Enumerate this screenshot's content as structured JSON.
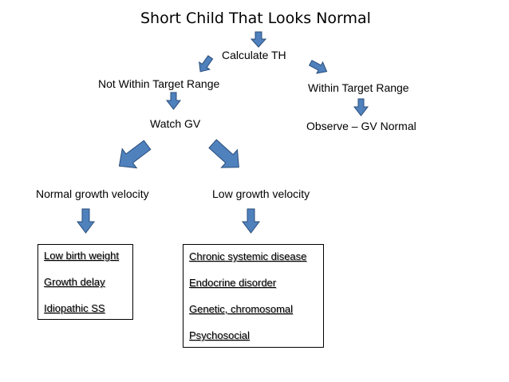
{
  "title": "Short Child That Looks Normal",
  "nodes": {
    "calculate_th": "Calculate TH",
    "not_within": "Not Within Target Range",
    "within": "Within Target Range",
    "watch_gv": "Watch GV",
    "observe": "Observe – GV Normal",
    "normal_gv": "Normal growth velocity",
    "low_gv": "Low growth velocity"
  },
  "boxes": {
    "normal_causes": [
      "Low birth weight",
      "Growth delay",
      "Idiopathic SS"
    ],
    "low_causes": [
      "Chronic systemic disease",
      "Endocrine disorder",
      "Genetic, chromosomal",
      "Psychosocial"
    ]
  },
  "colors": {
    "arrow": "#4f81bd"
  }
}
